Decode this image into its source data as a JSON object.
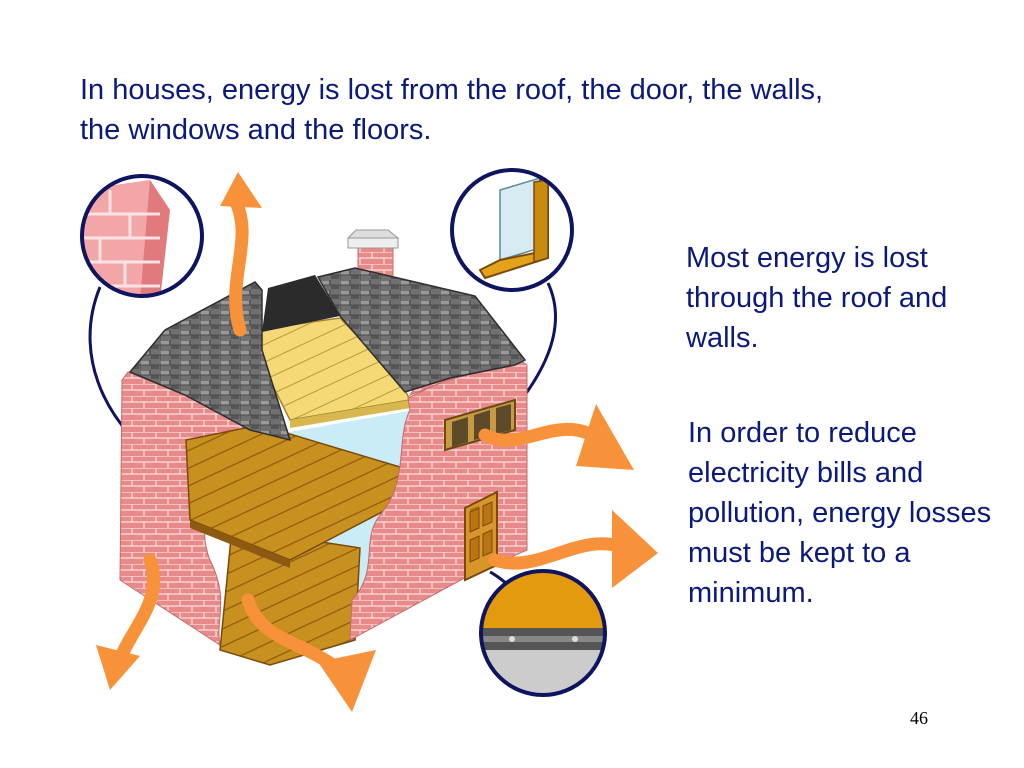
{
  "slide": {
    "intro_line1": "In houses, energy is lost from the roof, the door, the walls,",
    "intro_line2": "the windows and the floors.",
    "note_roof_walls": "Most energy is lost through the roof and walls.",
    "note_reduce": "In order to reduce electricity bills and pollution, energy losses must be kept to a minimum.",
    "page_number": "46"
  },
  "illustration": {
    "subject": "cutaway house with orange heat-loss arrows",
    "insets": [
      "brick-wall-inset",
      "window-frame-inset",
      "floor-insulation-inset"
    ],
    "colors": {
      "arrow": "#f7923a",
      "brick": "#e8898a",
      "roof": "#6e6e6e",
      "floor": "#c8901e",
      "ceiling": "#f5d977",
      "glass": "#c9ecf6",
      "outline": "#0e1460"
    }
  }
}
